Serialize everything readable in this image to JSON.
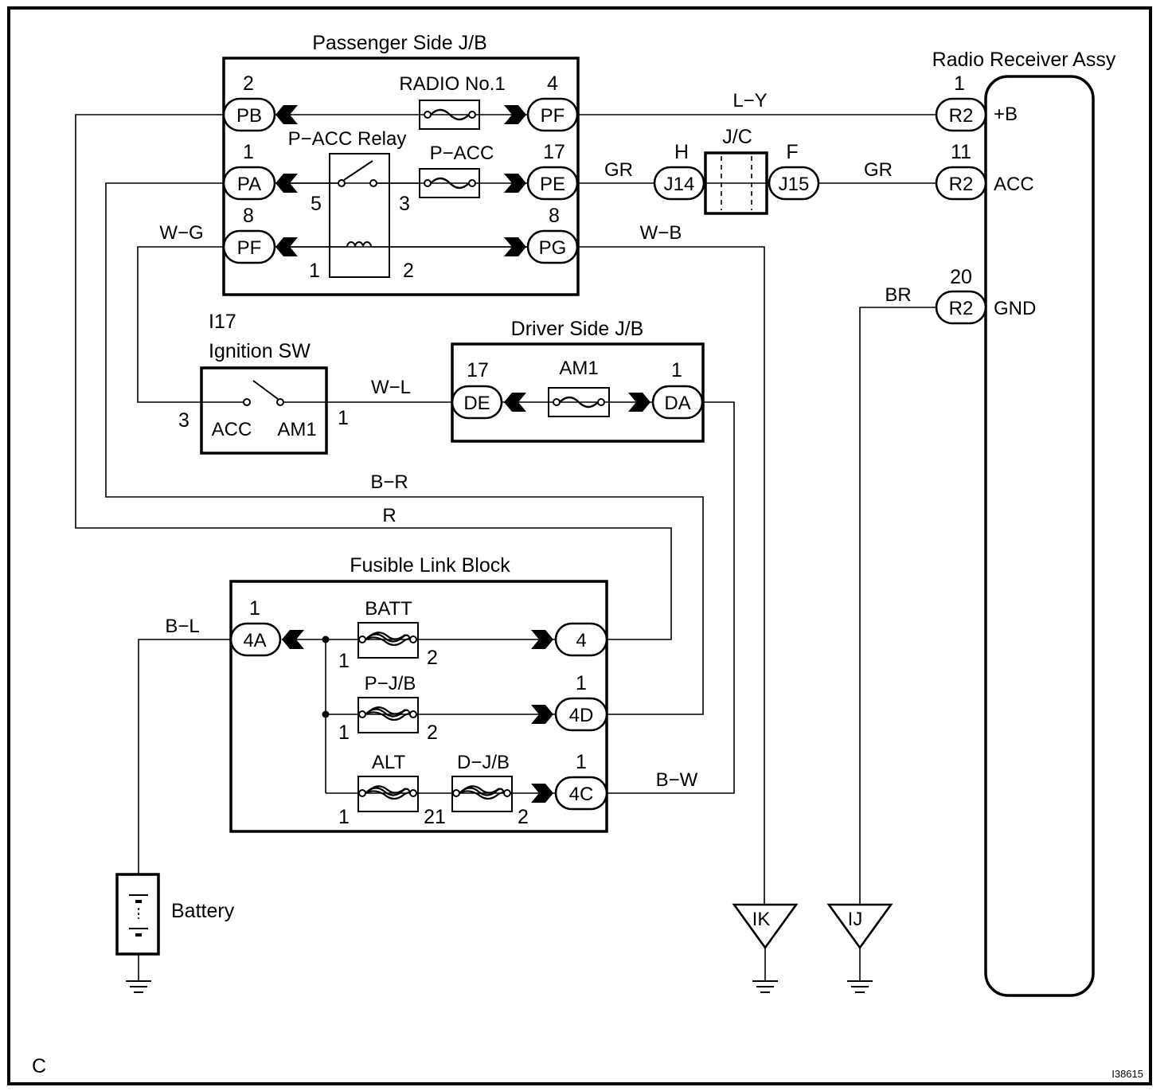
{
  "diagram": {
    "blocks": {
      "passenger_jb": "Passenger Side J/B",
      "radio_receiver": "Radio Receiver Assy",
      "ignition_code": "I17",
      "ignition_sw": "Ignition SW",
      "driver_jb": "Driver Side J/B",
      "fusible_link": "Fusible Link Block",
      "battery": "Battery",
      "jc": "J/C"
    },
    "fuses": {
      "radio_no1": "RADIO No.1",
      "p_acc": "P−ACC",
      "p_acc_relay": "P−ACC Relay",
      "am1": "AM1",
      "batt": "BATT",
      "pjb": "P−J/B",
      "alt": "ALT",
      "djb": "D−J/B"
    },
    "connectors": {
      "pb": "PB",
      "pa": "PA",
      "pf_left": "PF",
      "pf_right": "PF",
      "pe": "PE",
      "pg": "PG",
      "j14": "J14",
      "j15": "J15",
      "r2_b": "R2",
      "r2_acc": "R2",
      "r2_gnd": "R2",
      "de": "DE",
      "da": "DA",
      "c4a": "4A",
      "c4": "4",
      "c4d": "4D",
      "c4c": "4C"
    },
    "pins": {
      "pb": "2",
      "pf_top": "4",
      "pa": "1",
      "pe": "17",
      "pf_left": "8",
      "pg": "8",
      "relay_5": "5",
      "relay_3": "3",
      "relay_1": "1",
      "relay_2": "2",
      "jc_h": "H",
      "jc_f": "F",
      "r2_b": "1",
      "r2_acc": "11",
      "r2_gnd": "20",
      "ign_3": "3",
      "ign_1": "1",
      "de": "17",
      "da": "1",
      "c4a": "1",
      "c4d": "1",
      "c4c": "1",
      "batt_1": "1",
      "batt_2": "2",
      "pjb_1": "1",
      "pjb_2": "2",
      "alt_1": "1",
      "alt_21": "21",
      "djb_2": "2"
    },
    "terminals": {
      "b": "+B",
      "acc": "ACC",
      "gnd": "GND",
      "ign_acc": "ACC",
      "ign_am1": "AM1"
    },
    "wires": {
      "ly": "L−Y",
      "gr_left": "GR",
      "gr_right": "GR",
      "wg": "W−G",
      "wb": "W−B",
      "br": "BR",
      "wl": "W−L",
      "br_red": "B−R",
      "r": "R",
      "bl": "B−L",
      "bw": "B−W"
    },
    "grounds": {
      "ik": "IK",
      "ij": "IJ"
    },
    "corner_label": "C",
    "figure_code": "I38615"
  }
}
